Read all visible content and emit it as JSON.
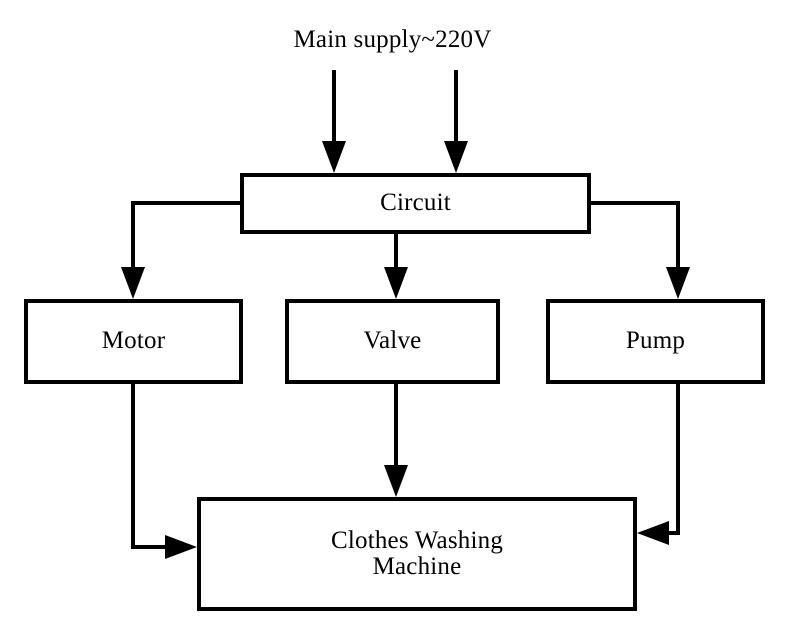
{
  "diagram": {
    "title_label": "Main supply~220V",
    "stroke_color": "#000000",
    "fill_color": "#ffffff",
    "nodes": {
      "circuit": {
        "label": "Circuit"
      },
      "motor": {
        "label": "Motor"
      },
      "valve": {
        "label": "Valve"
      },
      "pump": {
        "label": "Pump"
      },
      "washer": {
        "label": "Clothes Washing\nMachine"
      }
    },
    "connections": [
      {
        "name": "supply-left-to-circuit",
        "from": "Main supply~220V",
        "to": "Circuit",
        "direction": "down"
      },
      {
        "name": "supply-right-to-circuit",
        "from": "Main supply~220V",
        "to": "Circuit",
        "direction": "down"
      },
      {
        "name": "circuit-to-motor",
        "from": "Circuit",
        "to": "Motor",
        "direction": "down"
      },
      {
        "name": "circuit-to-valve",
        "from": "Circuit",
        "to": "Valve",
        "direction": "down"
      },
      {
        "name": "circuit-to-pump",
        "from": "Circuit",
        "to": "Pump",
        "direction": "down"
      },
      {
        "name": "motor-to-washer",
        "from": "Motor",
        "to": "Clothes Washing Machine",
        "direction": "right"
      },
      {
        "name": "valve-to-washer",
        "from": "Valve",
        "to": "Clothes Washing Machine",
        "direction": "down"
      },
      {
        "name": "pump-to-washer",
        "from": "Pump",
        "to": "Clothes Washing Machine",
        "direction": "left"
      }
    ]
  }
}
